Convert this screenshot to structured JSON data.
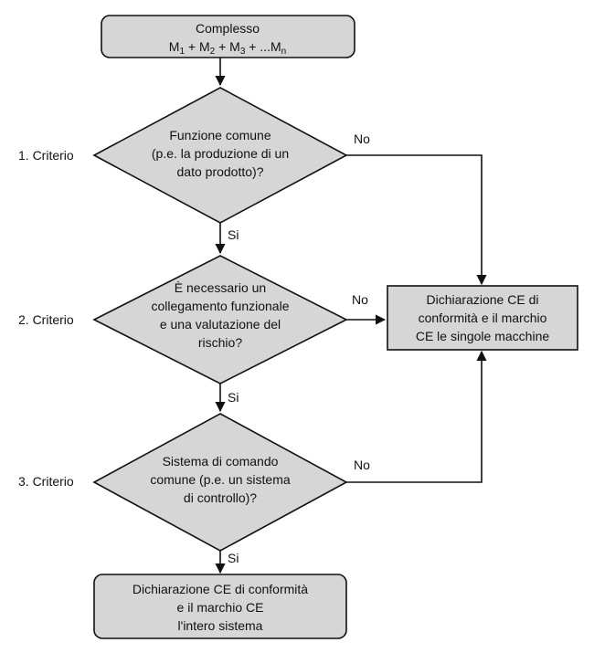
{
  "start": {
    "line1": "Complesso",
    "formula_parts": [
      "M",
      "1",
      " + M",
      "2",
      " + M",
      "3",
      " + ...M",
      "n"
    ]
  },
  "criteria": [
    {
      "label": "1. Criterio",
      "lines": [
        "Funzione comune",
        "(p.e. la produzione di un",
        "dato prodotto)?"
      ],
      "yes": "Si",
      "no": "No"
    },
    {
      "label": "2. Criterio",
      "lines": [
        "È necessario un",
        "collegamento funzionale",
        "e una valutazione del",
        "rischio?"
      ],
      "yes": "Si",
      "no": "No"
    },
    {
      "label": "3. Criterio",
      "lines": [
        "Sistema di comando",
        "comune (p.e. un sistema",
        "di controllo)?"
      ],
      "yes": "Si",
      "no": "No"
    }
  ],
  "side_result": {
    "lines": [
      "Dichiarazione CE di",
      "conformità e il marchio",
      "CE le singole macchine"
    ]
  },
  "end_result": {
    "lines": [
      "Dichiarazione CE di conformità",
      "e il marchio CE",
      "l'intero sistema"
    ]
  }
}
